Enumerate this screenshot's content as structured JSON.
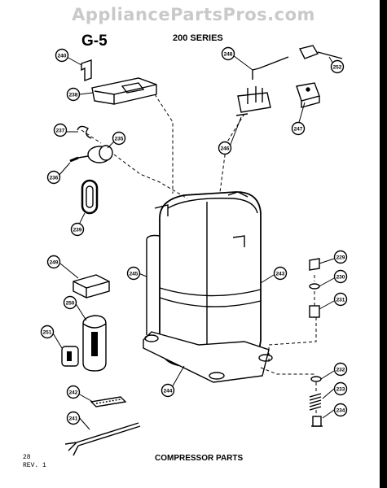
{
  "header": {
    "watermark": "AppliancePartsPros.com",
    "page_id": "G-5",
    "series": "200 SERIES"
  },
  "footer": {
    "caption": "COMPRESSOR PARTS",
    "page_number": "28",
    "revision": "REV. 1"
  },
  "callouts": [
    "240",
    "238",
    "237",
    "235",
    "236",
    "239",
    "248",
    "252",
    "246",
    "247",
    "249",
    "245",
    "243",
    "229",
    "230",
    "231",
    "250",
    "251",
    "232",
    "233",
    "234",
    "242",
    "244",
    "241"
  ]
}
